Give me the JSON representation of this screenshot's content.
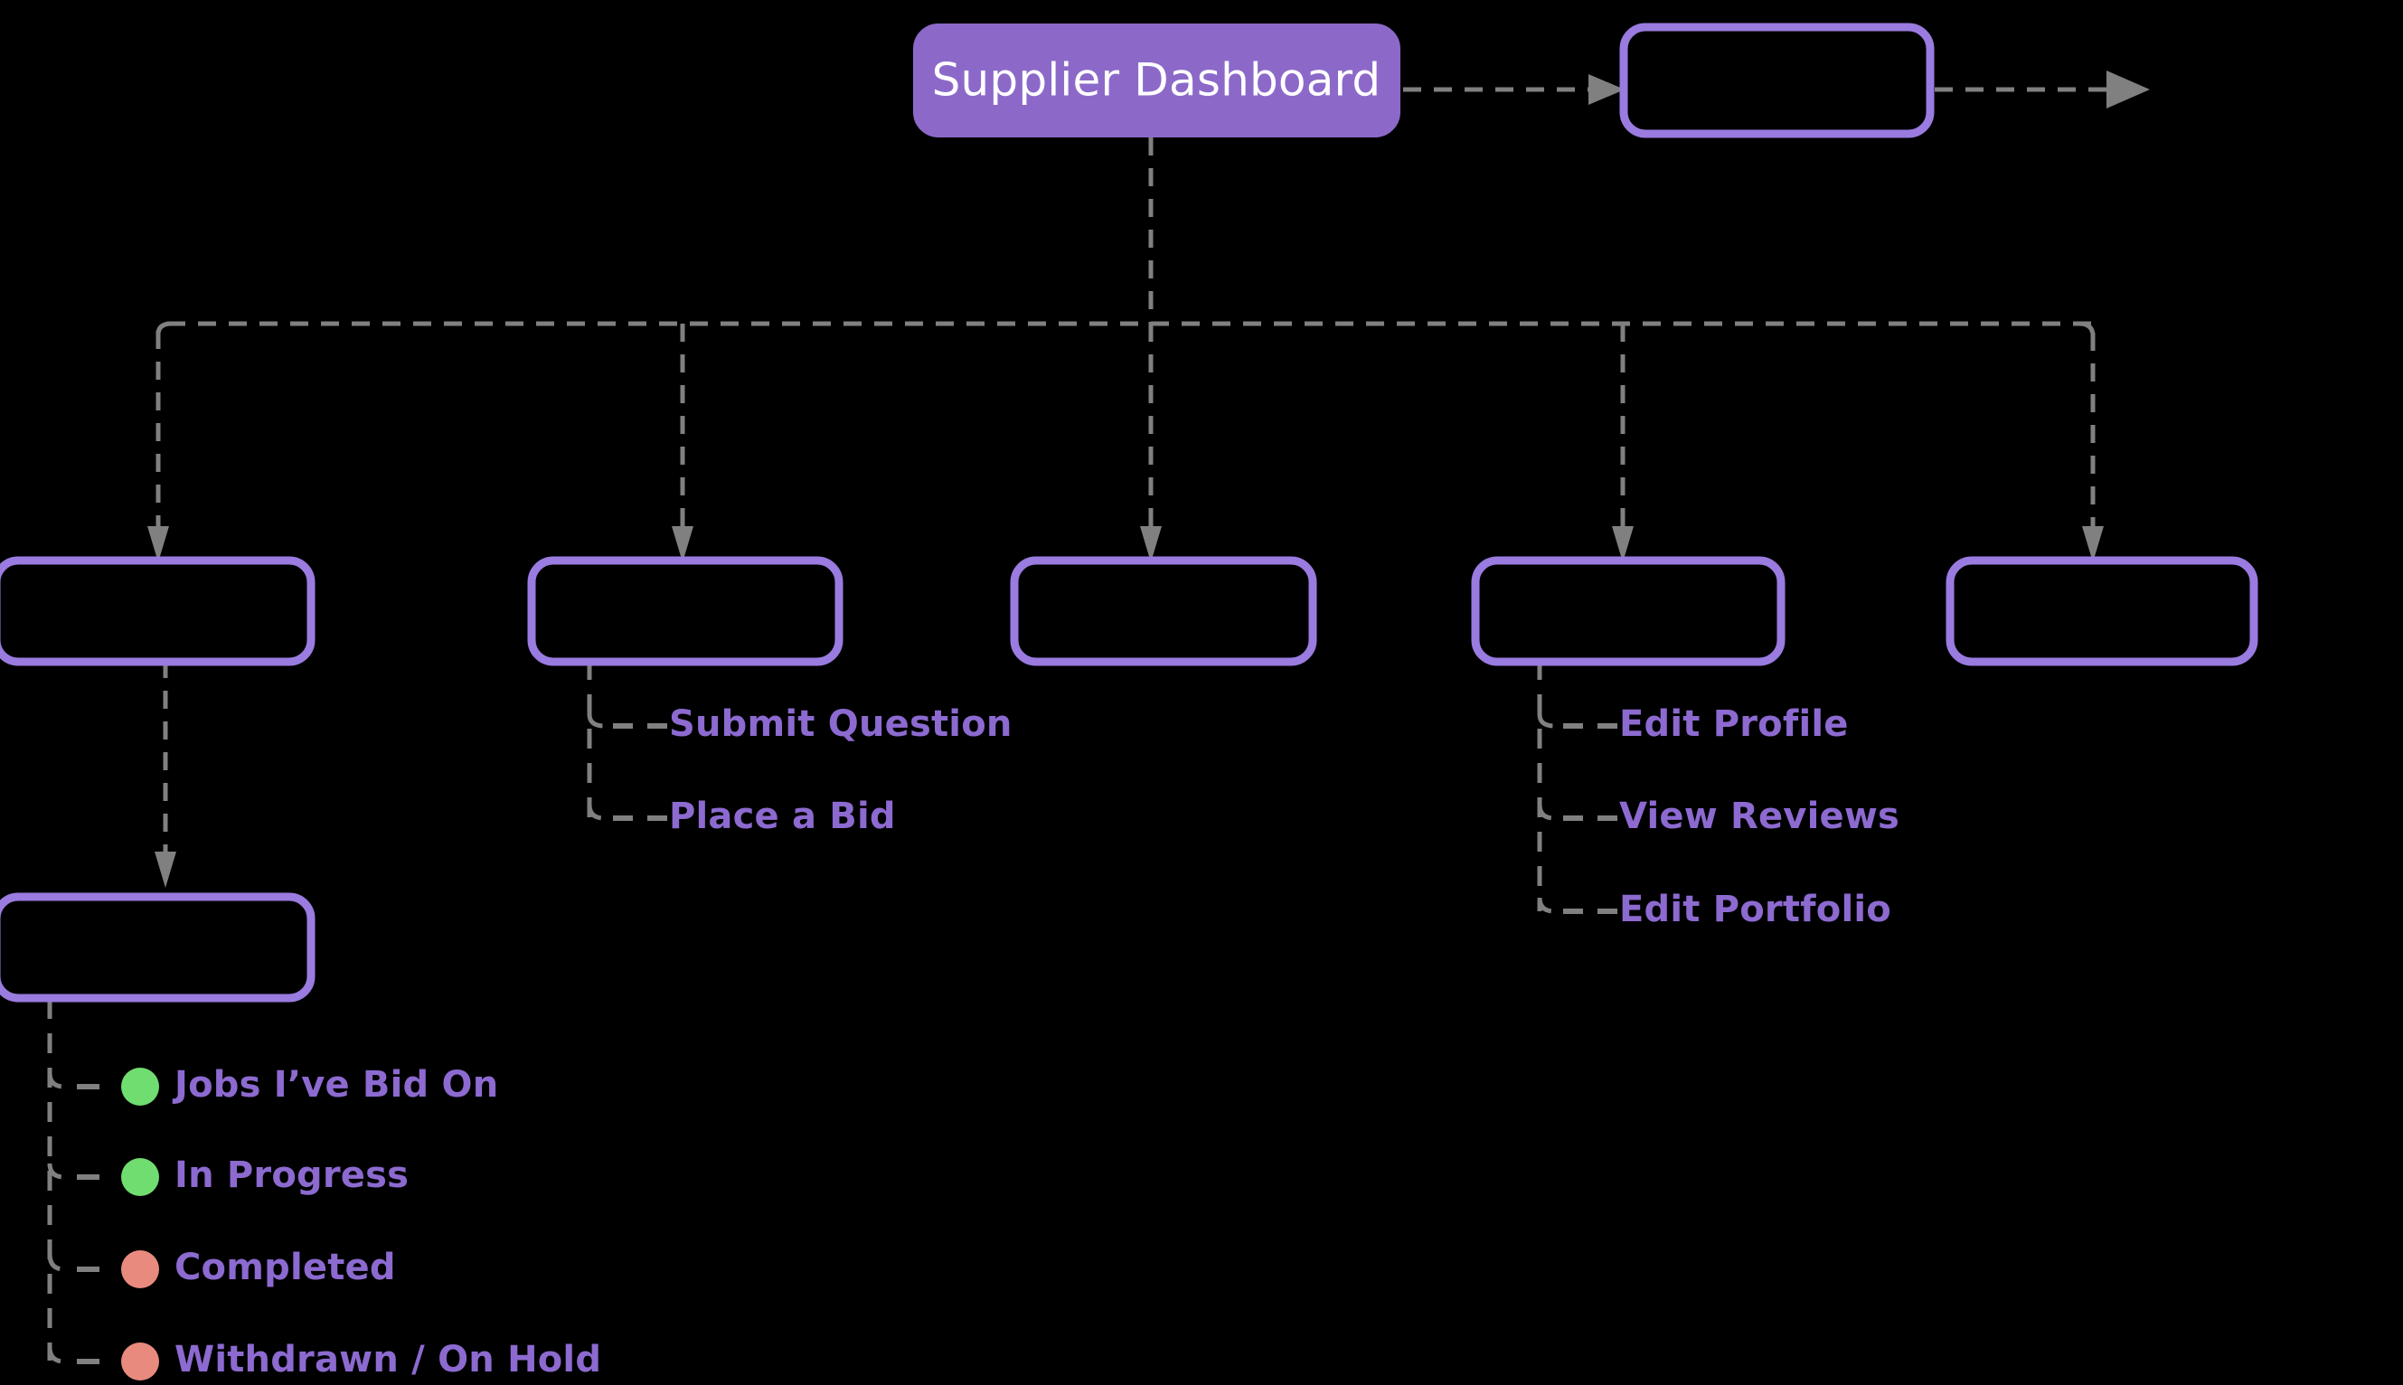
{
  "diagram": {
    "title": "Supplier Dashboard",
    "type": "sitemap-tree",
    "background_color": "#000000",
    "colors": {
      "node_fill": "#8c69c9",
      "node_outline": "#9a7be0",
      "label_text": "#8c6ad0",
      "root_text": "#ffffff",
      "connector": "#808080",
      "status_green": "#70dd70",
      "status_salmon": "#e98a7e"
    },
    "root": {
      "label": "Supplier Dashboard",
      "filled": true
    },
    "header_sibling": {
      "label": "",
      "filled": false
    },
    "level2_nodes": [
      {
        "label": "",
        "filled": false
      },
      {
        "label": "",
        "filled": false
      },
      {
        "label": "",
        "filled": false
      },
      {
        "label": "",
        "filled": false
      },
      {
        "label": "",
        "filled": false
      }
    ],
    "level3_node": {
      "label": "",
      "filled": false
    },
    "branch_bids": {
      "items": [
        {
          "label": "Submit Question"
        },
        {
          "label": "Place a Bid"
        }
      ]
    },
    "branch_profile": {
      "items": [
        {
          "label": "Edit Profile"
        },
        {
          "label": "View Reviews"
        },
        {
          "label": "Edit Portfolio"
        }
      ]
    },
    "branch_status": {
      "items": [
        {
          "label": "Jobs I’ve Bid On",
          "dot_color": "#70dd70"
        },
        {
          "label": "In Progress",
          "dot_color": "#70dd70"
        },
        {
          "label": "Completed",
          "dot_color": "#e98a7e"
        },
        {
          "label": "Withdrawn / On Hold",
          "dot_color": "#e98a7e"
        }
      ]
    }
  }
}
